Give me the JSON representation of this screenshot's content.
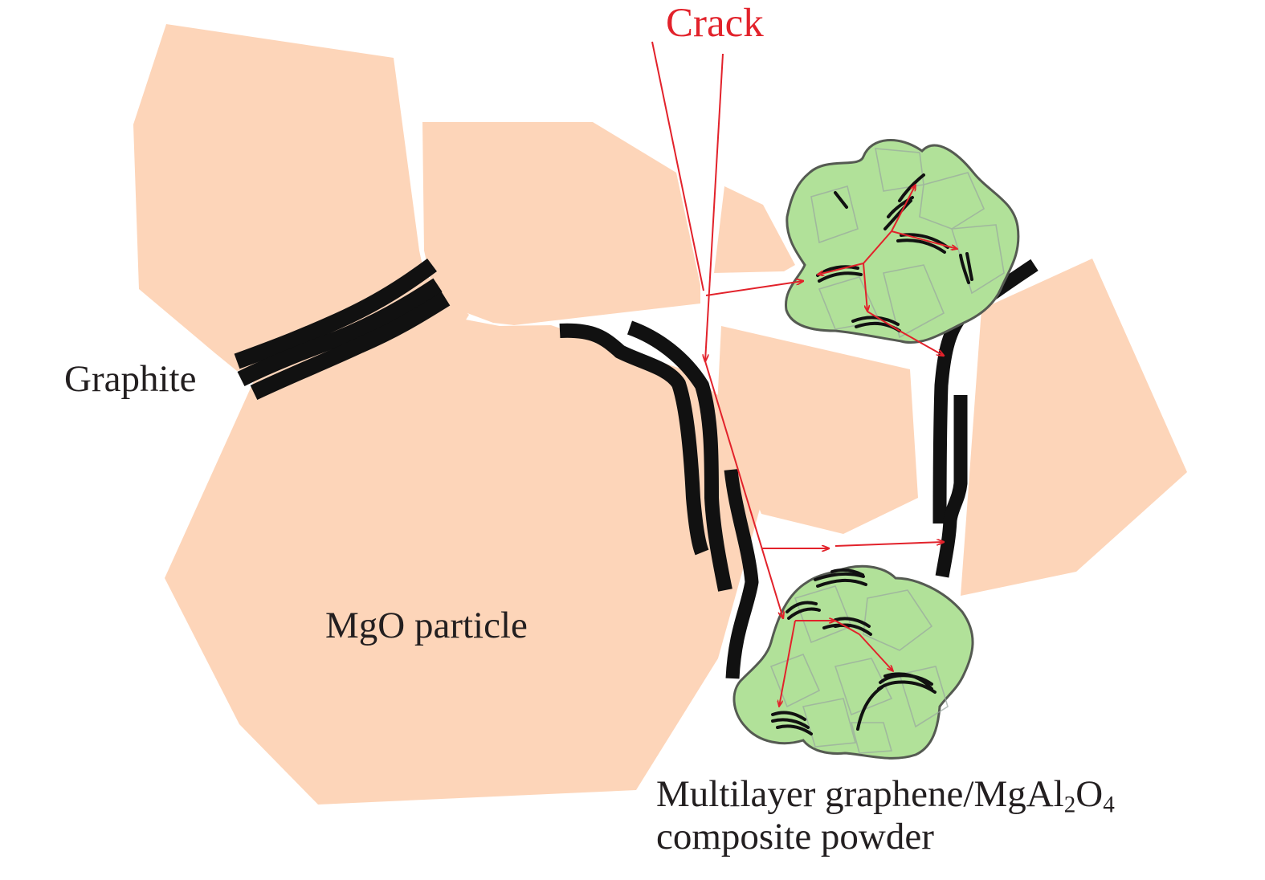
{
  "labels": {
    "crack": "Crack",
    "graphite": "Graphite",
    "mgo": "MgO particle",
    "composite_line1_pre": "Multilayer graphene/MgAl",
    "composite_sub1": "2",
    "composite_mid": "O",
    "composite_sub2": "4",
    "composite_line2": "composite powder"
  },
  "colors": {
    "particle": "#fdd5b9",
    "composite_fill": "#b1e199",
    "composite_edge": "#555a52",
    "crack": "#e2222b",
    "graphite": "#111111",
    "text": "#231f20"
  }
}
